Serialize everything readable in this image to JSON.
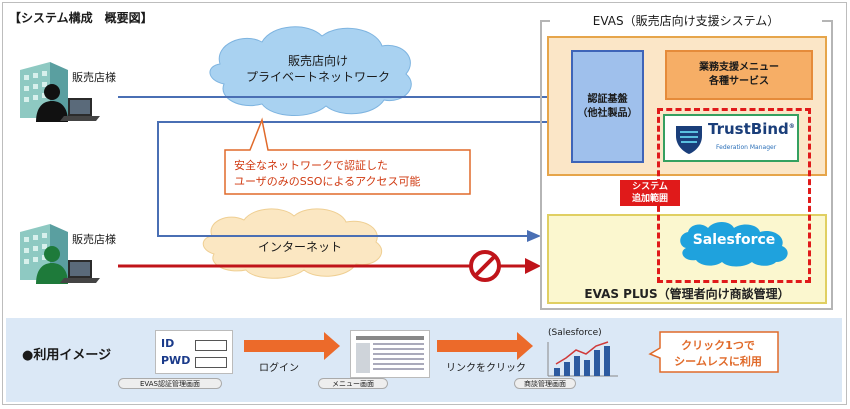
{
  "title": "【システム構成　概要図】",
  "stores": {
    "top_label": "販売店様",
    "bottom_label": "販売店様"
  },
  "private_network": {
    "line1": "販売店向け",
    "line2": "プライベートネットワーク"
  },
  "internet": {
    "label": "インターネット"
  },
  "callout": {
    "line1": "安全なネットワークで認証した",
    "line2": "ユーザのみのSSOによるアクセス可能"
  },
  "evas": {
    "title": "EVAS（販売店向け支援システム）",
    "auth_line1": "認証基盤",
    "auth_line2": "（他社製品）",
    "biz_line1": "業務支援メニュー",
    "biz_line2": "各種サービス",
    "trustbind_name": "TrustBind",
    "trustbind_reg": "®",
    "trustbind_sub": "Federation Manager",
    "system_add_line1": "システム",
    "system_add_line2": "追加範囲",
    "salesforce": "Salesforce",
    "plus_label": "EVAS PLUS（管理者向け商談管理）"
  },
  "usage": {
    "title": "●利用イメージ",
    "id_label": "ID",
    "pwd_label": "PWD",
    "login_screen_caption": "EVAS認証管理画面",
    "step1_label": "ログイン",
    "menu_screen_caption": "メニュー画面",
    "step2_label": "リンクをクリック",
    "sf_screen_title": "(Salesforce)",
    "sf_screen_caption": "商談管理画面",
    "click_line1": "クリック1つで",
    "click_line2": "シームレスに利用"
  },
  "colors": {
    "blue_arrow": "#4a6fb4",
    "red_arrow": "#c0141a",
    "orange_arrow": "#ec6a2a",
    "accent_red": "#e01a1a"
  }
}
